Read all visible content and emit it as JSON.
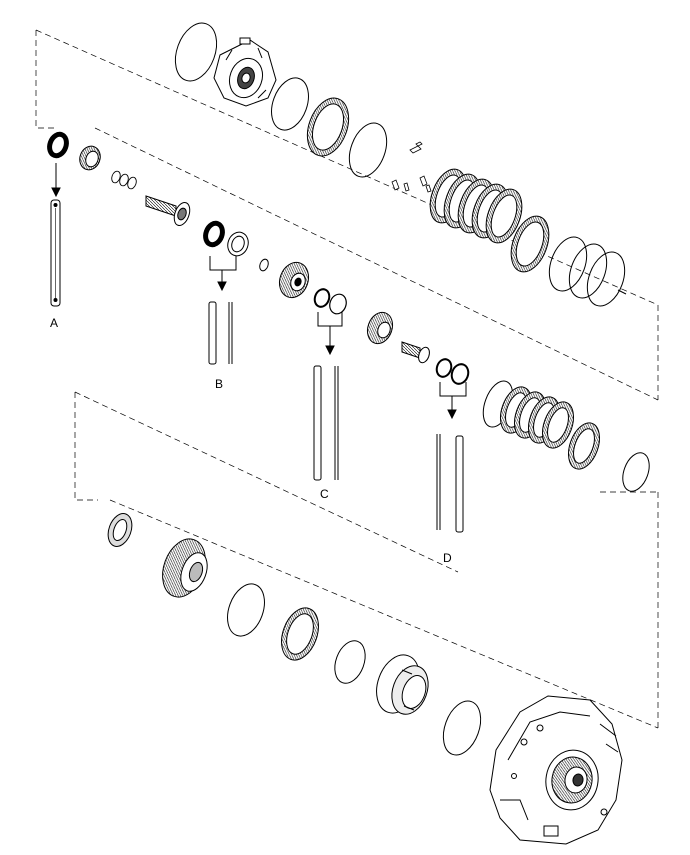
{
  "callouts": {
    "a": "A",
    "b": "B",
    "c": "C",
    "d": "D"
  },
  "colors": {
    "line": "#000000",
    "background": "#ffffff",
    "shade": "#bdbdbd"
  }
}
